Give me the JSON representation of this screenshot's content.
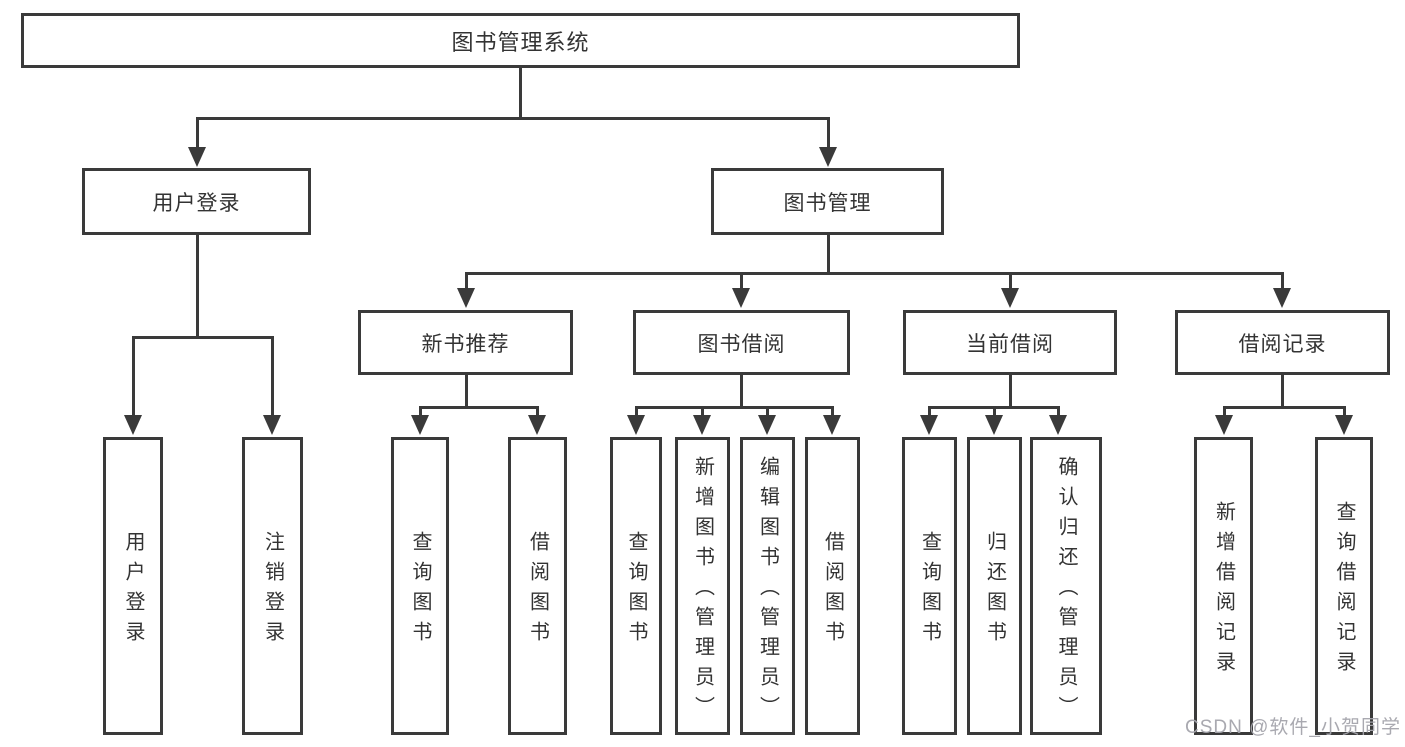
{
  "diagram_type": "hierarchy-tree",
  "hierarchy": {
    "root": "图书管理系统",
    "children": [
      {
        "label": "用户登录",
        "children": [
          "用户登录",
          "注销登录"
        ]
      },
      {
        "label": "图书管理",
        "children": [
          {
            "label": "新书推荐",
            "children": [
              "查询图书",
              "借阅图书"
            ]
          },
          {
            "label": "图书借阅",
            "children": [
              "查询图书",
              "新增图书（管理员）",
              "编辑图书（管理员）",
              "借阅图书"
            ]
          },
          {
            "label": "当前借阅",
            "children": [
              "查询图书",
              "归还图书",
              "确认归还（管理员）"
            ]
          },
          {
            "label": "借阅记录",
            "children": [
              "新增借阅记录",
              "查询借阅记录"
            ]
          }
        ]
      }
    ]
  },
  "watermark": "CSDN @软件_小贺同学",
  "colors": {
    "line": "#3a3a3a",
    "text": "#333333",
    "watermark": "#a4a4ac",
    "background": "#ffffff"
  }
}
